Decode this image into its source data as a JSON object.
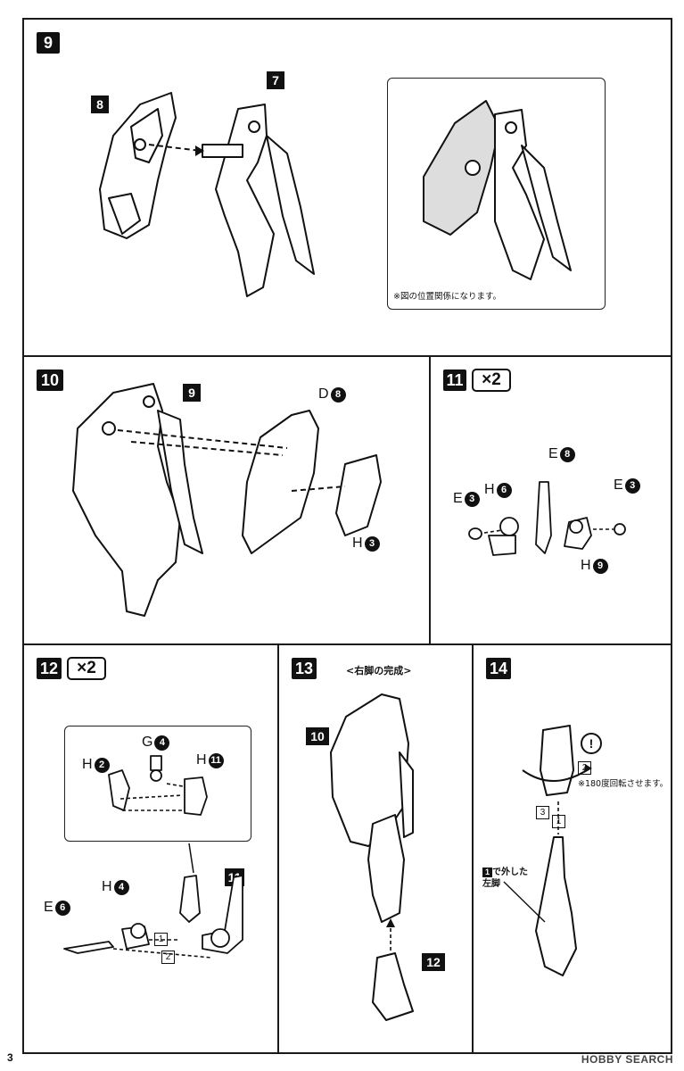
{
  "steps": {
    "s9": {
      "label": "9",
      "part_ref_a": "8",
      "part_ref_b": "7",
      "note": "※図の位置関係になります。"
    },
    "s10": {
      "label": "10",
      "ref": "9",
      "parts": [
        {
          "letter": "D",
          "num": "8"
        },
        {
          "letter": "H",
          "num": "3"
        }
      ]
    },
    "s11": {
      "label": "11",
      "multiplier": "×2",
      "parts": [
        {
          "letter": "E",
          "num": "3"
        },
        {
          "letter": "H",
          "num": "6"
        },
        {
          "letter": "E",
          "num": "8"
        },
        {
          "letter": "E",
          "num": "3"
        },
        {
          "letter": "H",
          "num": "9"
        }
      ]
    },
    "s12": {
      "label": "12",
      "multiplier": "×2",
      "ref": "11",
      "parts": [
        {
          "letter": "G",
          "num": "4"
        },
        {
          "letter": "H",
          "num": "2"
        },
        {
          "letter": "H",
          "num": "11"
        },
        {
          "letter": "E",
          "num": "6"
        },
        {
          "letter": "H",
          "num": "4"
        }
      ],
      "seq": [
        "1",
        "2"
      ]
    },
    "s13": {
      "label": "13",
      "title": "<右脚の完成>",
      "ref_a": "10",
      "ref_b": "12"
    },
    "s14": {
      "label": "14",
      "note": "※180度回転させます。",
      "seq": [
        "2",
        "3",
        "1"
      ],
      "ref_num": "1",
      "caption_line1": "で外した",
      "caption_line2": "左脚",
      "warning": "!"
    }
  },
  "footer": {
    "page": "3",
    "watermark": "HOBBY SEARCH"
  }
}
